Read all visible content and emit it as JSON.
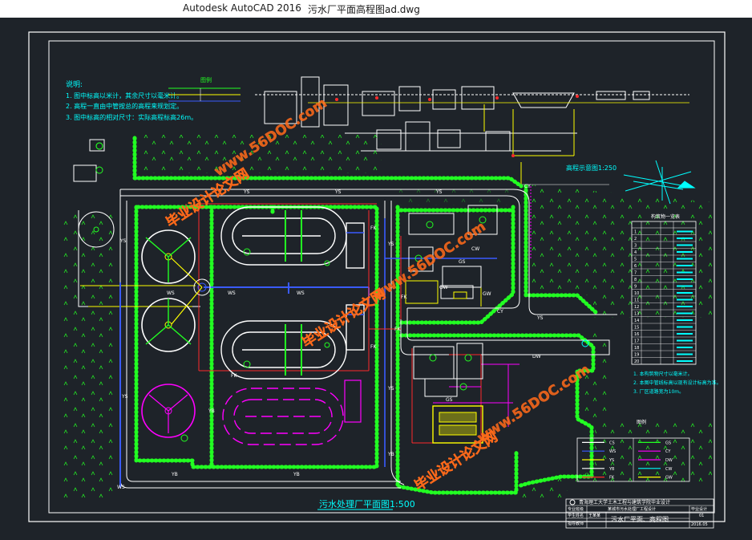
{
  "window": {
    "app_title": "Autodesk AutoCAD 2016",
    "file_title": "污水厂平面高程图ad.dwg"
  },
  "notes": {
    "heading": "说明:",
    "line1": "1. 图中标高以米计，其余尺寸以毫米计。",
    "line2": "2. 高程一直由中管按总的高程来规划定。",
    "line3": "3. 图中标高的相对尺寸：实际高程标高26m。"
  },
  "legend_top": {
    "title": "图例"
  },
  "profile": {
    "scale_label": "高程示意图1:250"
  },
  "plan": {
    "title": "污水处理厂平面图1:500",
    "pipe_labels": [
      "YS",
      "YS",
      "YS",
      "YS",
      "YS",
      "YS",
      "YS",
      "YS",
      "YB",
      "YB",
      "YB",
      "WS",
      "WS",
      "WS",
      "FK",
      "FK",
      "FK",
      "FK",
      "FK",
      "CY",
      "CY",
      "GS",
      "GS",
      "GW",
      "GW",
      "CW",
      "DW",
      "YB",
      "WS"
    ]
  },
  "table": {
    "title": "构筑物一览表",
    "rows": 20,
    "numbers": [
      "1",
      "2",
      "3",
      "4",
      "5",
      "6",
      "7",
      "8",
      "9",
      "10",
      "11",
      "12",
      "13",
      "14",
      "15",
      "16",
      "17",
      "18",
      "19",
      "20"
    ],
    "notes": {
      "line1": "1. 本构筑物尺寸以毫米计。",
      "line2": "2. 本图中管线标高以现有设计标高为准。",
      "line3": "3. 厂区道路宽为10m。"
    }
  },
  "pipe_legend": {
    "title": "图例",
    "codes": [
      "CS",
      "WS",
      "YS",
      "YB",
      "FK",
      "GS",
      "CY",
      "DW",
      "CW",
      "GW"
    ]
  },
  "title_block": {
    "school": "青海理工大学土木工程与建筑学院毕业设计",
    "project": "某城市污水处理厂工程设计",
    "drawing": "污水厂平面、高程图",
    "role1": "专业班级",
    "role2": "学生姓名",
    "role3": "指导教师",
    "student": "王某某",
    "sheet": "01",
    "stage": "毕业设计",
    "date": "2016.05"
  },
  "watermarks": [
    "www.56DOC.com",
    "毕业设计论文网"
  ],
  "colors": {
    "background": "#1e2329",
    "white": "#ffffff",
    "green": "#22ff22",
    "yellow": "#ffff00",
    "red": "#ff2a2a",
    "cyan": "#00ffff",
    "blue": "#3a5bff",
    "magenta": "#ff00ff",
    "watermark": "#ff6a1a"
  }
}
